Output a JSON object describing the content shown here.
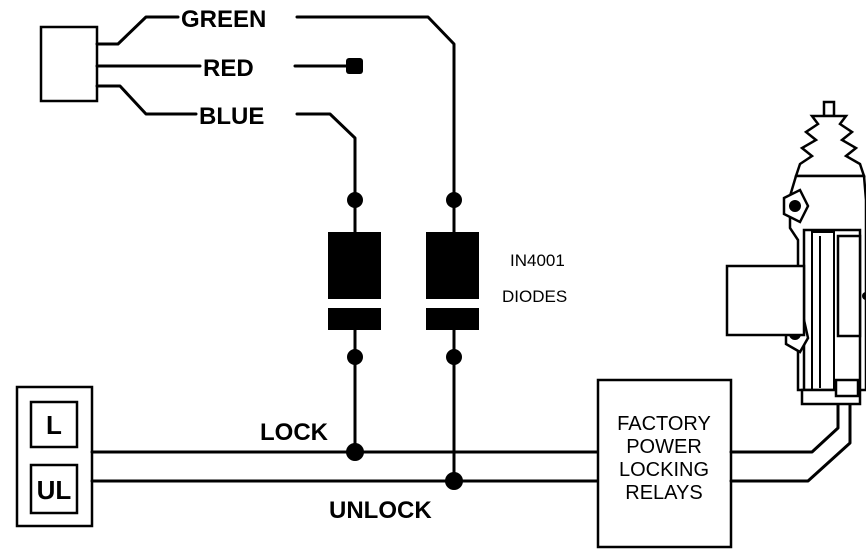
{
  "wires": {
    "green": "GREEN",
    "red": "RED",
    "blue": "BLUE",
    "lock": "LOCK",
    "unlock": "UNLOCK"
  },
  "diodes": {
    "part_number": "IN4001",
    "label": "DIODES"
  },
  "switch": {
    "lock_key": "L",
    "unlock_key": "UL"
  },
  "relay_box": {
    "lines": [
      "FACTORY",
      "POWER",
      "LOCKING",
      "RELAYS"
    ]
  }
}
